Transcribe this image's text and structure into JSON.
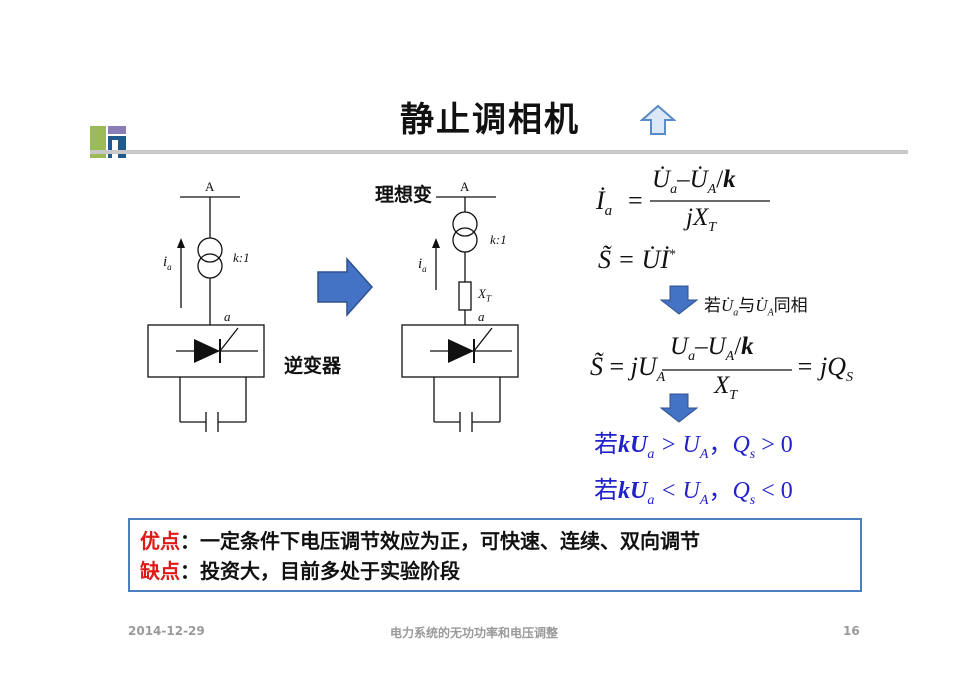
{
  "slide": {
    "title": "静止调相机",
    "footer": {
      "date": "2014-12-29",
      "course": "电力系统的无功功率和电压调整",
      "page": "16"
    }
  },
  "left_circuit": {
    "bus_label": "A",
    "current_label": "i",
    "current_sub": "a",
    "ratio_label": "k:1",
    "node_label": "a",
    "inverter_label": "逆变器"
  },
  "right_circuit": {
    "ideal_label": "理想变",
    "bus_label": "A",
    "current_label": "i",
    "current_sub": "a",
    "ratio_label": "k:1",
    "reactance_label": "X",
    "reactance_sub": "T",
    "node_label": "a"
  },
  "equations": {
    "eq1": {
      "lhs": "İ",
      "lhs_sub": "a",
      "equals": "=",
      "num_a": "U̇",
      "num_a_sub": "a",
      "minus": "–",
      "num_b": "U̇",
      "num_b_sub": "A",
      "slash": "/",
      "k": "k",
      "den": "jX",
      "den_sub": "T"
    },
    "eq2": {
      "lhs": "S̃",
      "rhs": "= U̇İ",
      "sup": "*"
    },
    "condition": {
      "prefix": "若",
      "u1": "U̇",
      "u1_sub": "a",
      "mid": "与",
      "u2": "U̇",
      "u2_sub": "A",
      "suffix": "同相"
    },
    "eq3": {
      "lhs": "S̃",
      "equals": "=",
      "j": "jU",
      "j_sub": "A",
      "num_a": "U",
      "num_a_sub": "a",
      "minus": "–",
      "num_b": "U",
      "num_b_sub": "A",
      "slash": "/",
      "k": "k",
      "den": "X",
      "den_sub": "T",
      "rhs": "= jQ",
      "rhs_sub": "S"
    },
    "case1": {
      "prefix": "若",
      "k": "kU",
      "k_sub": "a",
      "op": " > U",
      "op_sub": "A",
      "sep": "，",
      "q": "Q",
      "q_sub": "s",
      "tail": " > 0"
    },
    "case2": {
      "prefix": "若",
      "k": "kU",
      "k_sub": "a",
      "op": " < U",
      "op_sub": "A",
      "sep": "，",
      "q": "Q",
      "q_sub": "s",
      "tail": " < 0"
    }
  },
  "summary": {
    "pros_label": "优点",
    "pros_text": "：一定条件下电压调节效应为正，可快速、连续、双向调节",
    "cons_label": "缺点",
    "cons_text": "：投资大，目前多处于实验阶段"
  },
  "colors": {
    "arrow": "#4472c4",
    "box_border": "#4a7fc1",
    "highlight": "#e01818",
    "case_text": "#2222cc"
  }
}
